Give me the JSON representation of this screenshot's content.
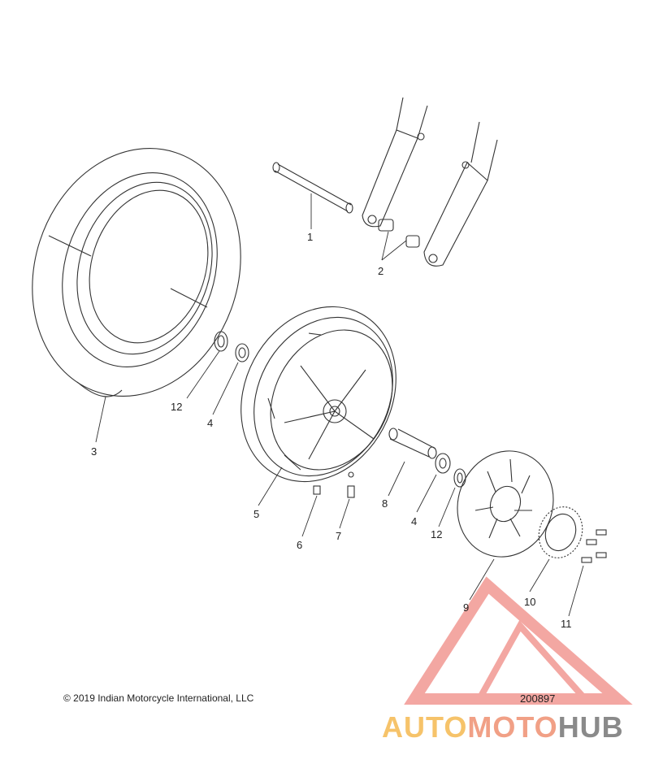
{
  "callouts": [
    {
      "id": "1",
      "label": "1"
    },
    {
      "id": "2",
      "label": "2"
    },
    {
      "id": "3",
      "label": "3"
    },
    {
      "id": "4a",
      "label": "4"
    },
    {
      "id": "12a",
      "label": "12"
    },
    {
      "id": "5",
      "label": "5"
    },
    {
      "id": "6",
      "label": "6"
    },
    {
      "id": "7",
      "label": "7"
    },
    {
      "id": "8",
      "label": "8"
    },
    {
      "id": "4b",
      "label": "4"
    },
    {
      "id": "12b",
      "label": "12"
    },
    {
      "id": "9",
      "label": "9"
    },
    {
      "id": "10",
      "label": "10"
    },
    {
      "id": "11",
      "label": "11"
    }
  ],
  "footer": {
    "copyright": "© 2019 Indian Motorcycle International, LLC",
    "doc_number": "200897"
  },
  "watermark": {
    "part1": "AUTO",
    "part2": "MOTO",
    "part3": "HUB",
    "colors": {
      "auto": "#f6c36a",
      "moto": "#f1a086",
      "hub": "#8a8a8a",
      "triangle": "#f08a84"
    }
  }
}
